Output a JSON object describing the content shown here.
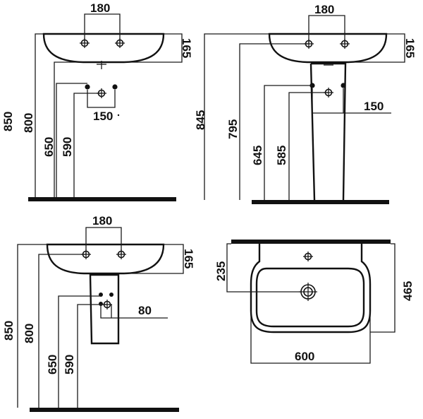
{
  "views": {
    "wall_hung_basin": {
      "width_holes": "180",
      "basin_depth": "165",
      "height_total": "850",
      "height_rim": "800",
      "height_supply": "650",
      "height_waste": "590",
      "supply_spacing": "150"
    },
    "pedestal_basin": {
      "width_holes": "180",
      "basin_depth": "165",
      "height_total": "845",
      "height_rim": "795",
      "height_supply": "645",
      "height_waste": "585",
      "supply_spacing": "150"
    },
    "semi_pedestal_basin": {
      "width_holes": "180",
      "basin_depth": "165",
      "height_total": "850",
      "height_rim": "800",
      "height_supply": "650",
      "height_waste": "590",
      "supply_spacing": "80"
    },
    "plan_view": {
      "tap_hole_offset": "235",
      "depth": "465",
      "width": "600"
    }
  }
}
